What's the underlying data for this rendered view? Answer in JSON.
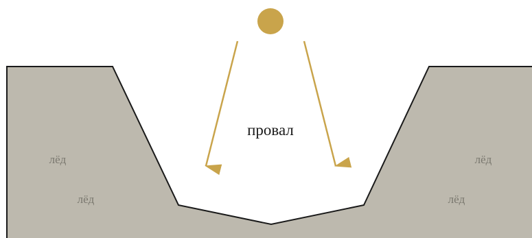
{
  "labels": {
    "gap": "провал",
    "ice_left_upper": "лёд",
    "ice_left_lower": "лёд",
    "ice_right_upper": "лёд",
    "ice_right_lower": "лёд"
  },
  "colors": {
    "ice_fill": "#bdb9ae",
    "ice_outline": "#1a1a1a",
    "sun": "#c9a44b",
    "arrow": "#c9a44b",
    "ice_text": "#7a786f",
    "gap_text": "#1a1a1a"
  },
  "icons": {
    "sun": "sun-icon"
  }
}
